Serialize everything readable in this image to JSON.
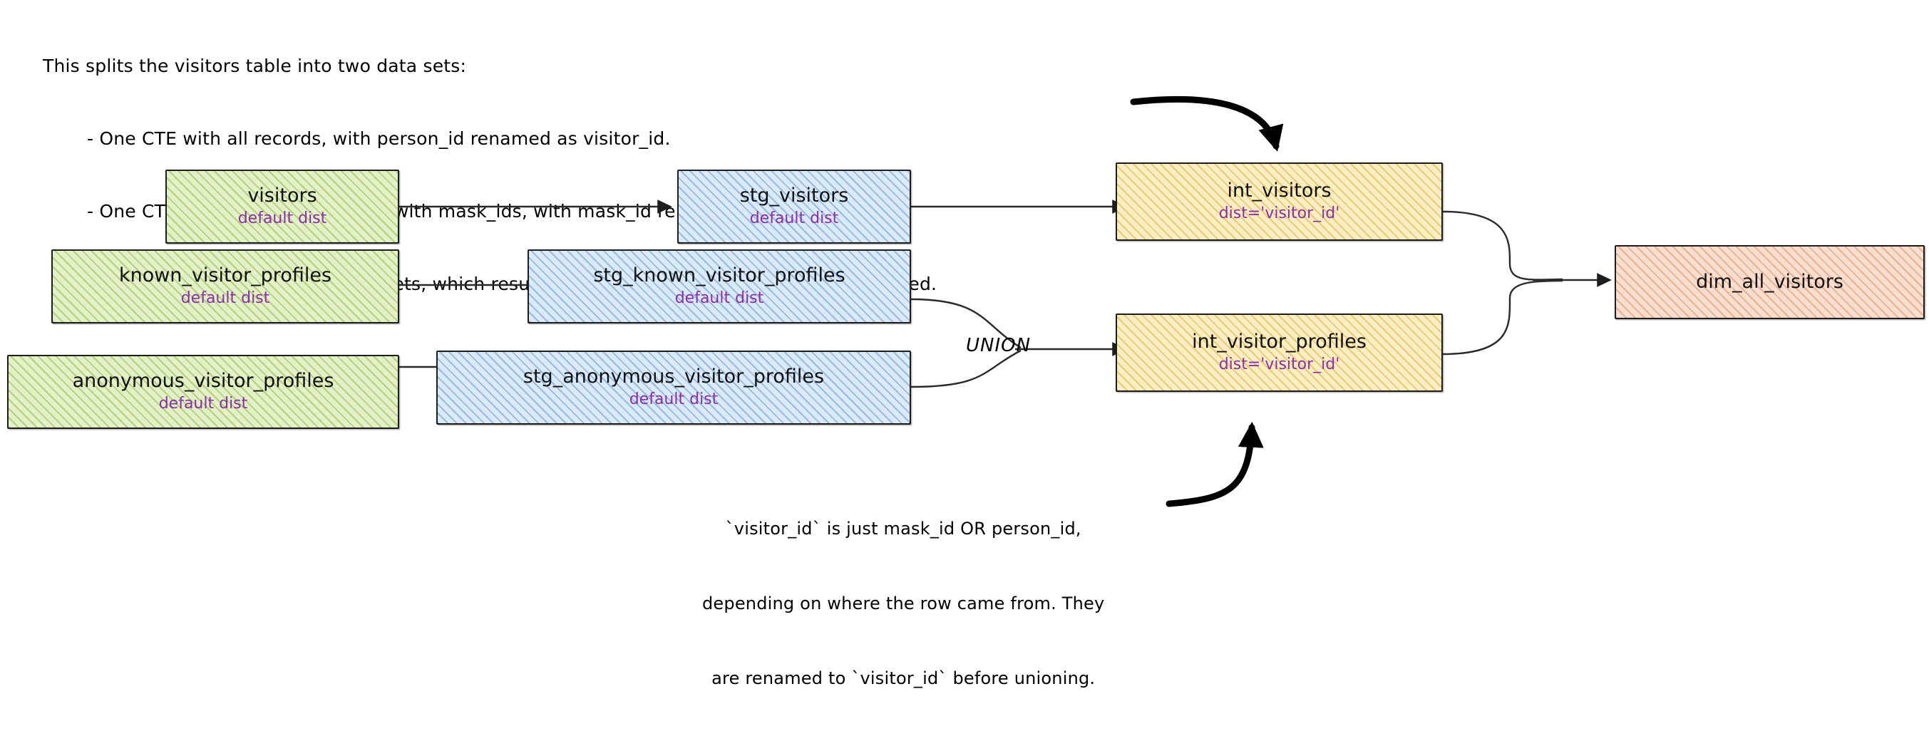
{
  "annotations": {
    "intro": {
      "line0": "This splits the visitors table into two data sets:",
      "line1": "- One CTE with all records, with person_id renamed as visitor_id.",
      "line2": "- One CTE filtered to only records with mask_ids, with mask_id renamed as visitor_id",
      "line3": "- One CTE to union the two data sets, which results in a grain of one row per profile collected."
    },
    "union_note": {
      "line0": "`visitor_id` is just mask_id OR person_id,",
      "line1": "depending on where the row came from. They",
      "line2": "are renamed to `visitor_id` before unioning."
    },
    "union_label": "UNION"
  },
  "nodes": {
    "visitors": {
      "title": "visitors",
      "sub": "default dist"
    },
    "known_visitor_profiles": {
      "title": "known_visitor_profiles",
      "sub": "default dist"
    },
    "anonymous_visitor_profiles": {
      "title": "anonymous_visitor_profiles",
      "sub": "default dist"
    },
    "stg_visitors": {
      "title": "stg_visitors",
      "sub": "default dist"
    },
    "stg_known": {
      "title": "stg_known_visitor_profiles",
      "sub": "default dist"
    },
    "stg_anonymous": {
      "title": "stg_anonymous_visitor_profiles",
      "sub": "default dist"
    },
    "int_visitors": {
      "title": "int_visitors",
      "sub": "dist='visitor_id'"
    },
    "int_visitor_profiles": {
      "title": "int_visitor_profiles",
      "sub": "dist='visitor_id'"
    },
    "dim_all_visitors": {
      "title": "dim_all_visitors",
      "sub": ""
    }
  },
  "colors": {
    "source_fill": "#e3f0c9",
    "source_hatch": "#8bb938",
    "staging_fill": "#dceaf8",
    "staging_hatch": "#5a96d2",
    "intermediate_fill": "#fbeec4",
    "intermediate_hatch": "#e2b03a",
    "mart_fill": "#f8ded0",
    "mart_hatch": "#e28c55",
    "subtitle_text": "#8a2fa8",
    "border": "#1d1d1d",
    "edge": "#2a2a2a"
  }
}
